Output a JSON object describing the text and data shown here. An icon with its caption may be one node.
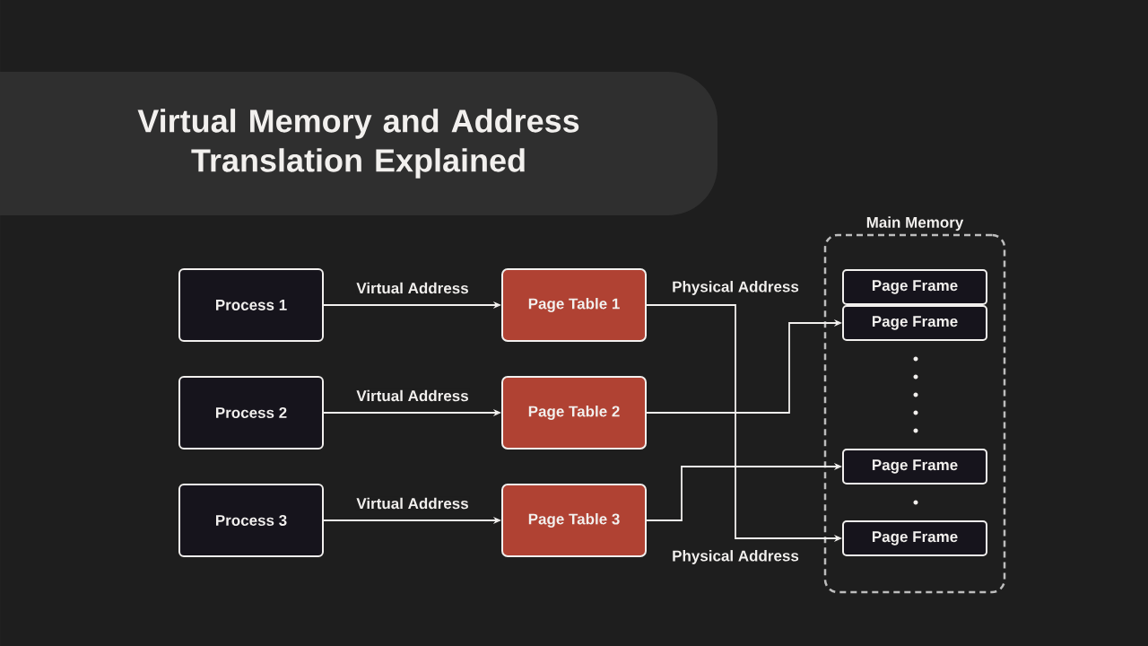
{
  "diagram": {
    "title": "Virtual Memory and Address Translation Explained",
    "nodes": [
      {
        "text": [
          "Process 1"
        ]
      },
      {
        "text": [
          "Page Table 1"
        ]
      },
      {
        "text": [
          "Process 2"
        ]
      },
      {
        "text": [
          "Page Table 2"
        ]
      },
      {
        "text": [
          "Process 3"
        ]
      },
      {
        "text": [
          "Page Table 3"
        ]
      },
      {
        "text": [
          "Main Memory"
        ]
      },
      {
        "text": [
          "Page Frame"
        ],
        "in": 6
      },
      {
        "text": [
          "Page Frame"
        ],
        "in": 6
      },
      {
        "text": [
          "Page Frame"
        ],
        "in": 6
      },
      {
        "text": [
          "Page Frame"
        ],
        "in": 6
      }
    ],
    "edges": [
      {
        "from": 0,
        "to": 1,
        "arrow": "to",
        "label": "Virtual Address"
      },
      {
        "from": 2,
        "to": 3,
        "arrow": "to",
        "label": "Virtual Address"
      },
      {
        "from": 4,
        "to": 5,
        "arrow": "to",
        "label": "Virtual Address"
      },
      {
        "from": 1,
        "to": 10,
        "arrow": "to",
        "label": "Physical Address"
      },
      {
        "from": 3,
        "to": 8,
        "arrow": "to"
      },
      {
        "from": 5,
        "to": 9,
        "arrow": "to"
      }
    ],
    "labels": [
      "Physical Address"
    ]
  }
}
